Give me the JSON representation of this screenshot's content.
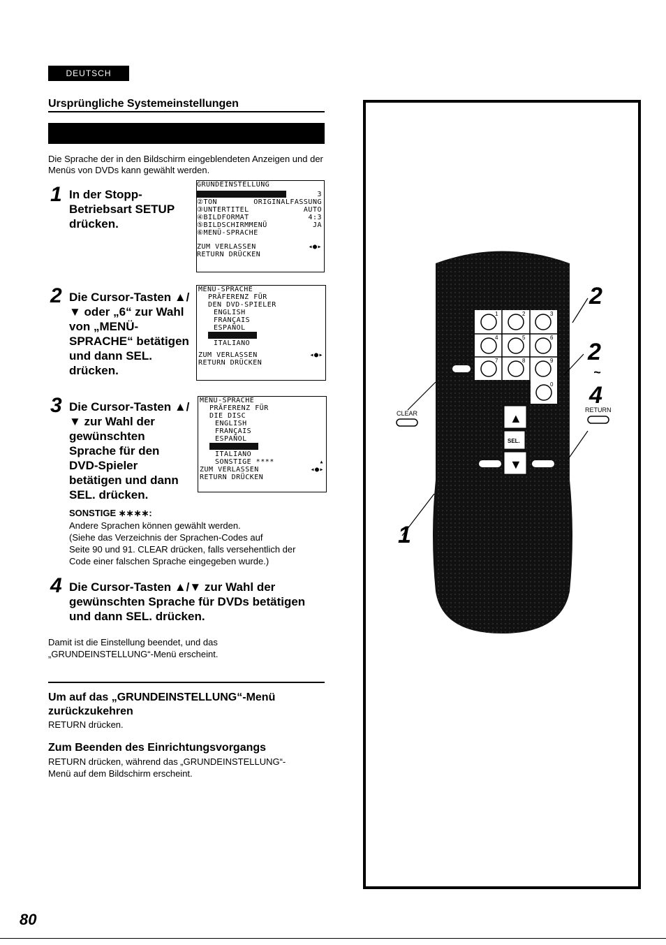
{
  "header": {
    "language_tag": "DEUTSCH",
    "section_title": "Ursprüngliche Systemeinstellungen"
  },
  "intro": "Die Sprache der in den Bildschirm eingeblendeten Anzeigen und der Menüs von DVDs kann gewählt werden.",
  "steps": [
    {
      "number": "1",
      "text": "In der Stopp-Betriebsart SETUP drücken."
    },
    {
      "number": "2",
      "text": "Die Cursor-Tasten ▲/▼ oder „6“ zur Wahl von „MENÜ-SPRACHE“ betätigen und dann SEL. drücken."
    },
    {
      "number": "3",
      "text": "Die Cursor-Tasten ▲/▼ zur Wahl der gewünschten Sprache für den DVD-Spieler betätigen und dann SEL. drücken."
    },
    {
      "number": "4",
      "text": "Die Cursor-Tasten ▲/▼ zur Wahl der gewünschten Sprache für DVDs betätigen und dann SEL. drücken."
    }
  ],
  "screen1": {
    "title": "GRUNDEINSTELLUNG",
    "lines": [
      "②TON",
      "③UNTERTITEL",
      "④BILDFORMAT",
      "⑤BILDSCHIRMMENÜ",
      "⑥MENÜ-SPRACHE"
    ],
    "values": [
      "ORIGINALFASSUNG",
      "AUTO",
      "4:3",
      "JA"
    ],
    "page_indicator": "3",
    "footer": [
      "ZUM VERLASSEN",
      "RETURN DRÜCKEN"
    ]
  },
  "screen2": {
    "title": "MENÜ-SPRACHE",
    "subtitle": [
      "PRÄFERENZ FÜR",
      "DEN DVD-SPIELER"
    ],
    "options": [
      "ENGLISH",
      "FRANÇAIS",
      "ESPAÑOL",
      "ITALIANO"
    ],
    "footer": [
      "ZUM VERLASSEN",
      "RETURN DRÜCKEN"
    ]
  },
  "screen3": {
    "title": "MENÜ-SPRACHE",
    "subtitle": [
      "PRÄFERENZ FÜR",
      "DIE DISC"
    ],
    "options": [
      "ENGLISH",
      "FRANÇAIS",
      "ESPAÑOL",
      "ITALIANO",
      "SONSTIGE ****"
    ],
    "footer": [
      "ZUM VERLASSEN",
      "RETURN DRÜCKEN"
    ]
  },
  "sonstige": {
    "label": "SONSTIGE ∗∗∗∗:",
    "lines": [
      "Andere Sprachen können gewählt werden.",
      "(Siehe das Verzeichnis der Sprachen-Codes auf",
      "Seite 90 und 91. CLEAR drücken, falls versehentlich der",
      "Code einer falschen Sprache eingegeben wurde.)"
    ]
  },
  "after_step4": [
    "Damit ist die Einstellung beendet, und das",
    "„GRUNDEINSTELLUNG“-Menü erscheint."
  ],
  "return_section": {
    "title": [
      "Um auf das „GRUNDEINSTELLUNG“-Menü",
      "zurückzukehren"
    ],
    "text": "RETURN drücken."
  },
  "end_section": {
    "title": "Zum Beenden des Einrichtungsvorgangs",
    "lines": [
      "RETURN drücken, während das „GRUNDEINSTELLUNG“-",
      "Menü auf dem Bildschirm erscheint."
    ]
  },
  "remote": {
    "numbers": [
      "1",
      "2",
      "3",
      "4",
      "5",
      "6",
      "7",
      "8",
      "9",
      "0"
    ],
    "clear_label": "CLEAR",
    "return_label": "RETURN",
    "sel_label": "SEL.",
    "callouts": [
      "2",
      "2",
      "~",
      "4",
      "1"
    ]
  },
  "page_number": "80"
}
